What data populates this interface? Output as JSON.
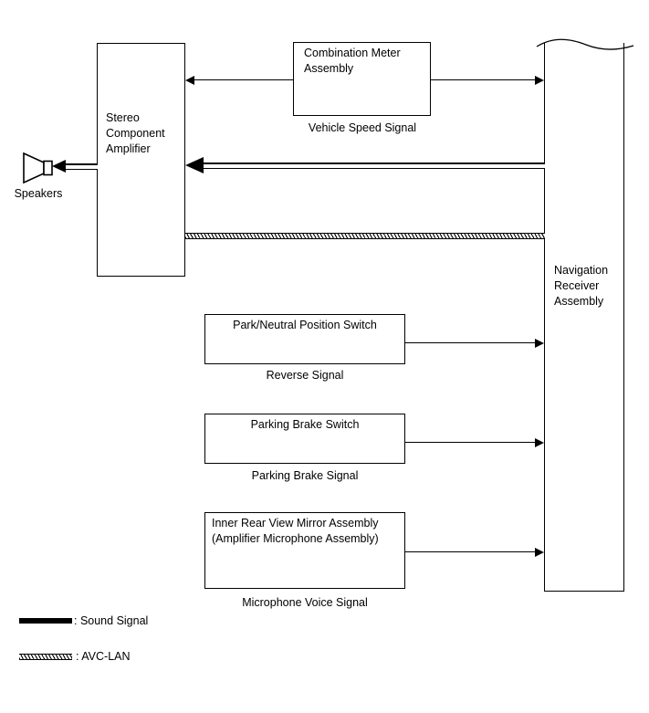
{
  "diagram": {
    "nodes": {
      "stereo_amplifier": {
        "label": "Stereo\nComponent\nAmplifier"
      },
      "combination_meter": {
        "label": "Combination Meter\nAssembly"
      },
      "navigation_receiver": {
        "label": "Navigation\nReceiver\nAssembly"
      },
      "park_neutral_switch": {
        "label": "Park/Neutral Position Switch"
      },
      "parking_brake_switch": {
        "label": "Parking Brake Switch"
      },
      "inner_mirror": {
        "label": "Inner Rear View Mirror Assembly\n(Amplifier Microphone Assembly)"
      }
    },
    "captions": {
      "speakers": "Speakers",
      "vehicle_speed_signal": "Vehicle Speed Signal",
      "reverse_signal": "Reverse Signal",
      "parking_brake_signal": "Parking Brake Signal",
      "microphone_voice_signal": "Microphone Voice Signal"
    },
    "legend": [
      {
        "symbol": "sound-signal-swatch",
        "text": ": Sound Signal"
      },
      {
        "symbol": "avc-lan-swatch",
        "text": ": AVC-LAN"
      }
    ],
    "colors": {
      "line": "#000000",
      "background": "#ffffff"
    }
  }
}
